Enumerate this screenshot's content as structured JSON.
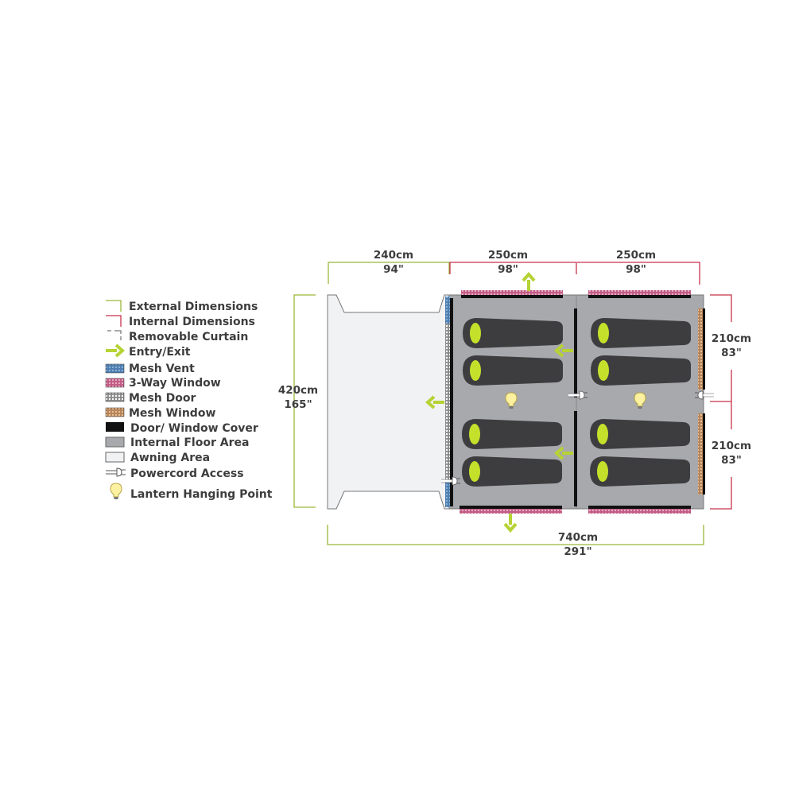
{
  "legend": [
    {
      "icon": "external-dimension-icon",
      "label": "External Dimensions"
    },
    {
      "icon": "internal-dimension-icon",
      "label": "Internal Dimensions"
    },
    {
      "icon": "removable-curtain-icon",
      "label": "Removable Curtain"
    },
    {
      "icon": "entry-exit-arrow-icon",
      "label": "Entry/Exit"
    },
    {
      "icon": "mesh-vent-swatch-icon",
      "label": "Mesh Vent"
    },
    {
      "icon": "three-way-window-swatch-icon",
      "label": "3-Way Window"
    },
    {
      "icon": "mesh-door-swatch-icon",
      "label": "Mesh Door"
    },
    {
      "icon": "mesh-window-swatch-icon",
      "label": "Mesh Window"
    },
    {
      "icon": "door-window-cover-swatch-icon",
      "label": "Door/ Window Cover"
    },
    {
      "icon": "internal-floor-swatch-icon",
      "label": "Internal Floor Area"
    },
    {
      "icon": "awning-swatch-icon",
      "label": "Awning Area"
    },
    {
      "icon": "powercord-icon",
      "label": "Powercord Access"
    },
    {
      "icon": "lantern-icon",
      "label": "Lantern Hanging Point"
    }
  ],
  "dimensions": {
    "awning_width": {
      "cm": "240cm",
      "in": "94\""
    },
    "room1_width": {
      "cm": "250cm",
      "in": "98\""
    },
    "room2_width": {
      "cm": "250cm",
      "in": "98\""
    },
    "total_depth": {
      "cm": "420cm",
      "in": "165\""
    },
    "bay_upper_depth": {
      "cm": "210cm",
      "in": "83\""
    },
    "bay_lower_depth": {
      "cm": "210cm",
      "in": "83\""
    },
    "total_length": {
      "cm": "740cm",
      "in": "291\""
    }
  },
  "colors": {
    "external": "#9bb83a",
    "internal": "#c8334a",
    "entry": "#b5d334",
    "floor": "#a7a9ac",
    "awning": "#f1f2f4",
    "bag": "#3d3d3f",
    "pillow": "#c5e02a",
    "cover": "#111111"
  }
}
